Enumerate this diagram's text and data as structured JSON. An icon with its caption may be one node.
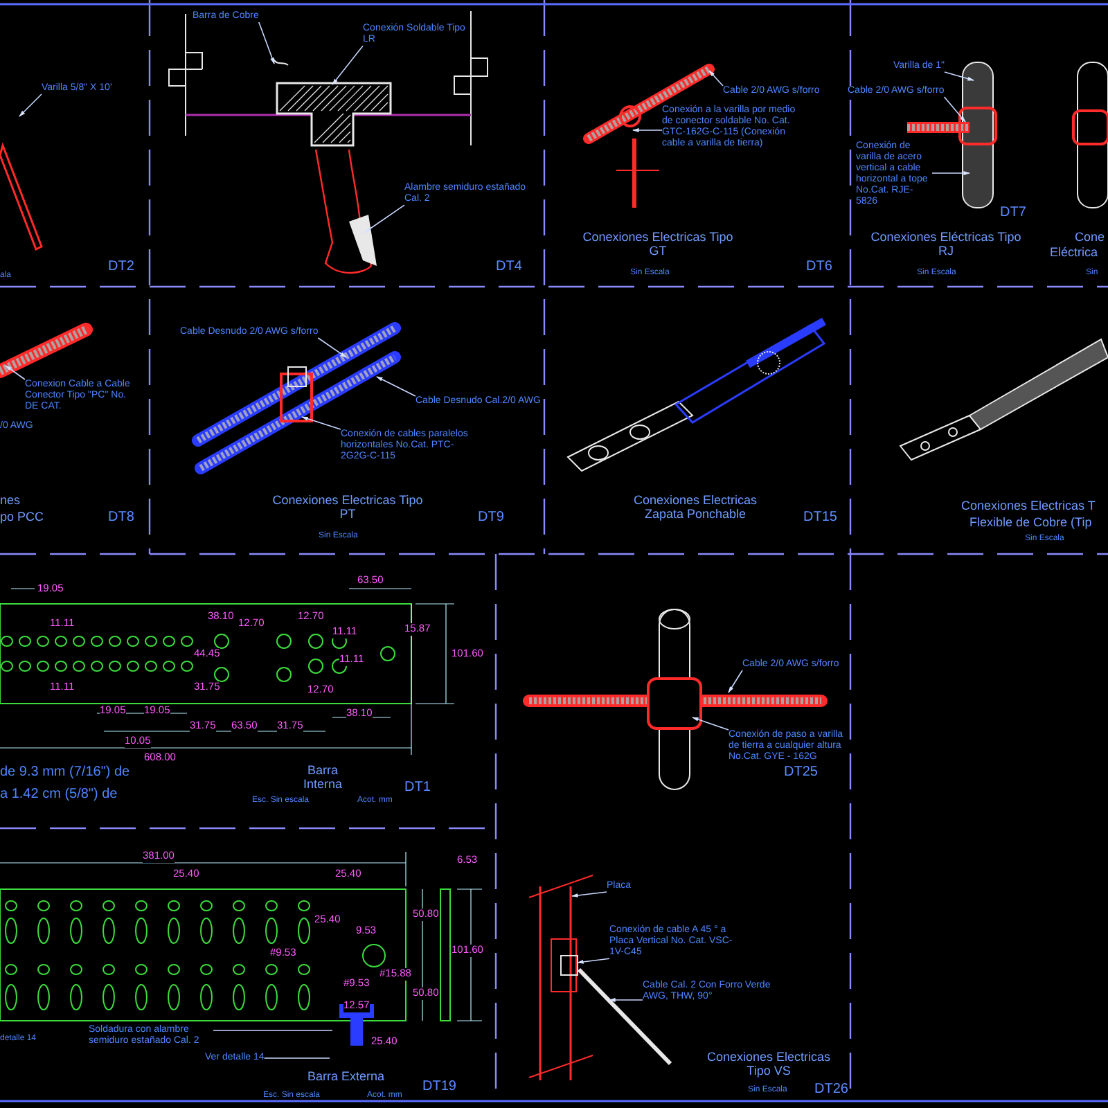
{
  "diagram": {
    "nodes": [
      {
        "text": [
          "Varilla 5/8\" X 10'"
        ]
      },
      {
        "text": [
          "Barra de Cobre"
        ]
      },
      {
        "text": [
          "Conexión Soldable Tipo LR"
        ]
      },
      {
        "text": [
          "Alambre semiduro estañado Cal. 2"
        ]
      },
      {
        "text": [
          "Cable 2/0 AWG s/forro"
        ]
      },
      {
        "text": [
          "Conexión a la varilla por medio de conector soldable No. Cat. GTC-162G-C-115 (Conexión cable a varilla de tierra)"
        ]
      },
      {
        "text": [
          "Varilla de 1\""
        ]
      },
      {
        "text": [
          "Cable 2/0 AWG s/forro"
        ]
      },
      {
        "text": [
          "Conexión de varilla de acero vertical a cable horizontal a tope No.Cat. RJE-5826"
        ]
      },
      {
        "text": [
          "Conexion Cable a Cable Conector Tipo \"PC\" No. DE CAT."
        ]
      },
      {
        "text": [
          "Cable Desnudo 2/0 AWG s/forro"
        ]
      },
      {
        "text": [
          "Cable Desnudo Cal.2/0 AWG"
        ]
      },
      {
        "text": [
          "Conexión de cables paralelos horizontales No.Cat. PTC-2G2G-C-115"
        ]
      },
      {
        "text": [
          "Cable 2/0 AWG s/forro"
        ]
      },
      {
        "text": [
          "Conexión de paso a varilla de tierra a cualquier altura No.Cat. GYE - 162G"
        ]
      },
      {
        "text": [
          "Placa"
        ]
      },
      {
        "text": [
          "Conexión de cable A 45 ° a Placa Vertical No. Cat. VSC-1V-C45"
        ]
      },
      {
        "text": [
          "Cable Cal. 2 Con Forro Verde AWG, THW, 90°"
        ]
      },
      {
        "text": [
          "Soldadura con alambre semiduro estañado Cal. 2"
        ]
      },
      {
        "text": [
          "Ver detalle 14"
        ]
      }
    ],
    "edges": [
      {
        "from": 0,
        "to": null,
        "arrow": "to"
      },
      {
        "from": 1,
        "to": null,
        "arrow": "to"
      },
      {
        "from": 2,
        "to": null,
        "arrow": "to"
      },
      {
        "from": 3,
        "to": null,
        "arrow": "to"
      },
      {
        "from": 4,
        "to": null,
        "arrow": "to"
      },
      {
        "from": 5,
        "to": null,
        "arrow": "to"
      },
      {
        "from": 6,
        "to": null,
        "arrow": "to"
      },
      {
        "from": 7,
        "to": null,
        "arrow": "to"
      },
      {
        "from": 8,
        "to": null,
        "arrow": "to"
      },
      {
        "from": 9,
        "to": null,
        "arrow": "to"
      },
      {
        "from": 10,
        "to": null,
        "arrow": "to"
      },
      {
        "from": 11,
        "to": null,
        "arrow": "to"
      },
      {
        "from": 12,
        "to": null,
        "arrow": "to"
      },
      {
        "from": 13,
        "to": null,
        "arrow": "to"
      },
      {
        "from": 14,
        "to": null,
        "arrow": "to"
      },
      {
        "from": 15,
        "to": null,
        "arrow": "to"
      },
      {
        "from": 16,
        "to": null,
        "arrow": "to"
      },
      {
        "from": 17,
        "to": null,
        "arrow": "to"
      },
      {
        "from": 18,
        "to": null,
        "arrow": "none"
      },
      {
        "from": 19,
        "to": null,
        "arrow": "none"
      }
    ],
    "labels": [
      "ala",
      "DT2",
      "DT4",
      "Conexiones Electricas Tipo GT",
      "Sin Escala",
      "DT6",
      "Conexiones Eléctricas Tipo RJ",
      "Sin Escala",
      "DT7",
      "Cone",
      "Eléctrica",
      "Sin",
      "/0 AWG",
      "nes",
      "po PCC",
      "DT8",
      "Conexiones Electricas Tipo PT",
      "Sin Escala",
      "DT9",
      "Conexiones Electricas Zapata Ponchable",
      "DT15",
      "Conexiones Electricas T",
      "Flexible de Cobre (Tip",
      "Sin Escala",
      "19.05",
      "63.50",
      "11.11",
      "38.10",
      "12.70",
      "12.70",
      "11.11",
      "15.87",
      "44.45",
      "11.11",
      "101.60",
      "11.11",
      "31.75",
      "12.70",
      "19.05",
      "19.05",
      "10.05",
      "31.75",
      "63.50",
      "31.75",
      "38.10",
      "608.00",
      "de 9.3 mm (7/16\") de",
      "a 1.42 cm (5/8\") de",
      "Barra Interna",
      "Esc. Sin escala",
      "Acot. mm",
      "DT1",
      "DT25",
      "381.00",
      "25.40",
      "25.40",
      "6.53",
      "25.40",
      "9.53",
      "50.80",
      "#9.53",
      "101.60",
      "#9.53",
      "#15.88",
      "50.80",
      "12.57",
      "25.40",
      "detalle 14",
      "Barra Externa",
      "Esc. Sin escala",
      "Acot. mm",
      "DT19",
      "Conexiones Electricas Tipo VS",
      "Sin Escala",
      "DT26"
    ]
  }
}
